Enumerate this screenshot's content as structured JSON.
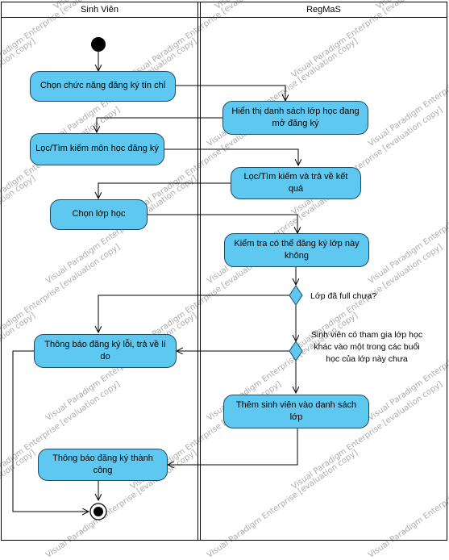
{
  "lanes": [
    {
      "title": "Sinh Viên"
    },
    {
      "title": "RegMaS"
    }
  ],
  "activities": {
    "choose_function": "Chọn chức năng đăng ký tín chỉ",
    "show_open_classes": "Hiển thị danh sách lớp học đang mở đăng ký",
    "filter_subjects": "Lọc/Tìm kiếm môn học đăng ký",
    "filter_return_results": "Lọc/Tìm kiếm và trả về kết quả",
    "choose_class": "Chọn lớp học",
    "check_can_register": "Kiểm tra có thể đăng ký lớp này không",
    "error_notice": "Thông báo đăng ký lỗi, trả về lí do",
    "add_student": "Thêm sinh viên vào danh sách lớp",
    "success_notice": "Thông báo đăng ký thành công"
  },
  "decisions": {
    "class_full": "Lớp đã full chưa?",
    "schedule_conflict": "Sinh viên có tham gia lớp học khác vào một trong các buổi học của lớp này chưa"
  },
  "watermark": "Visual Paradigm Enterprise [evaluation copy]",
  "colors": {
    "activity_fill": "#5ec8f0",
    "activity_border": "#1e4a66",
    "line": "#000000"
  }
}
